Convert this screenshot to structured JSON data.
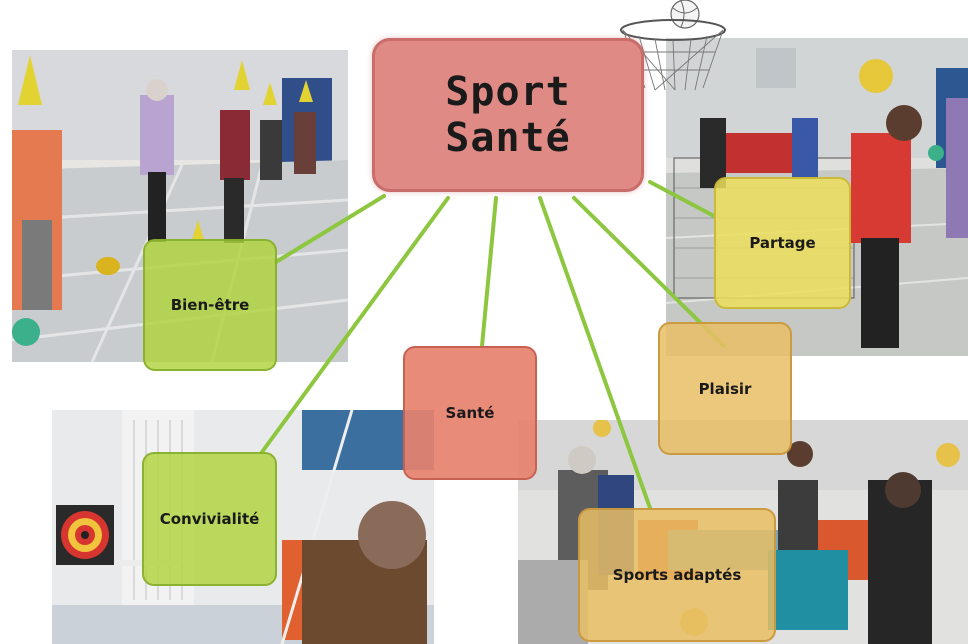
{
  "central": {
    "line1": "Sport",
    "line2": "Santé"
  },
  "nodes": {
    "bien_etre": "Bien-être",
    "partage": "Partage",
    "plaisir": "Plaisir",
    "sante": "Santé",
    "convivialite": "Convivialité",
    "sports_adaptes": "Sports adaptés"
  },
  "colors": {
    "link": "#8dc63f",
    "central_fill": "#e08a86",
    "green_node": "#b0d43c",
    "yellow_node": "#ecde5a",
    "tan_node": "#e8be64",
    "salmon_node": "#e6826e"
  }
}
